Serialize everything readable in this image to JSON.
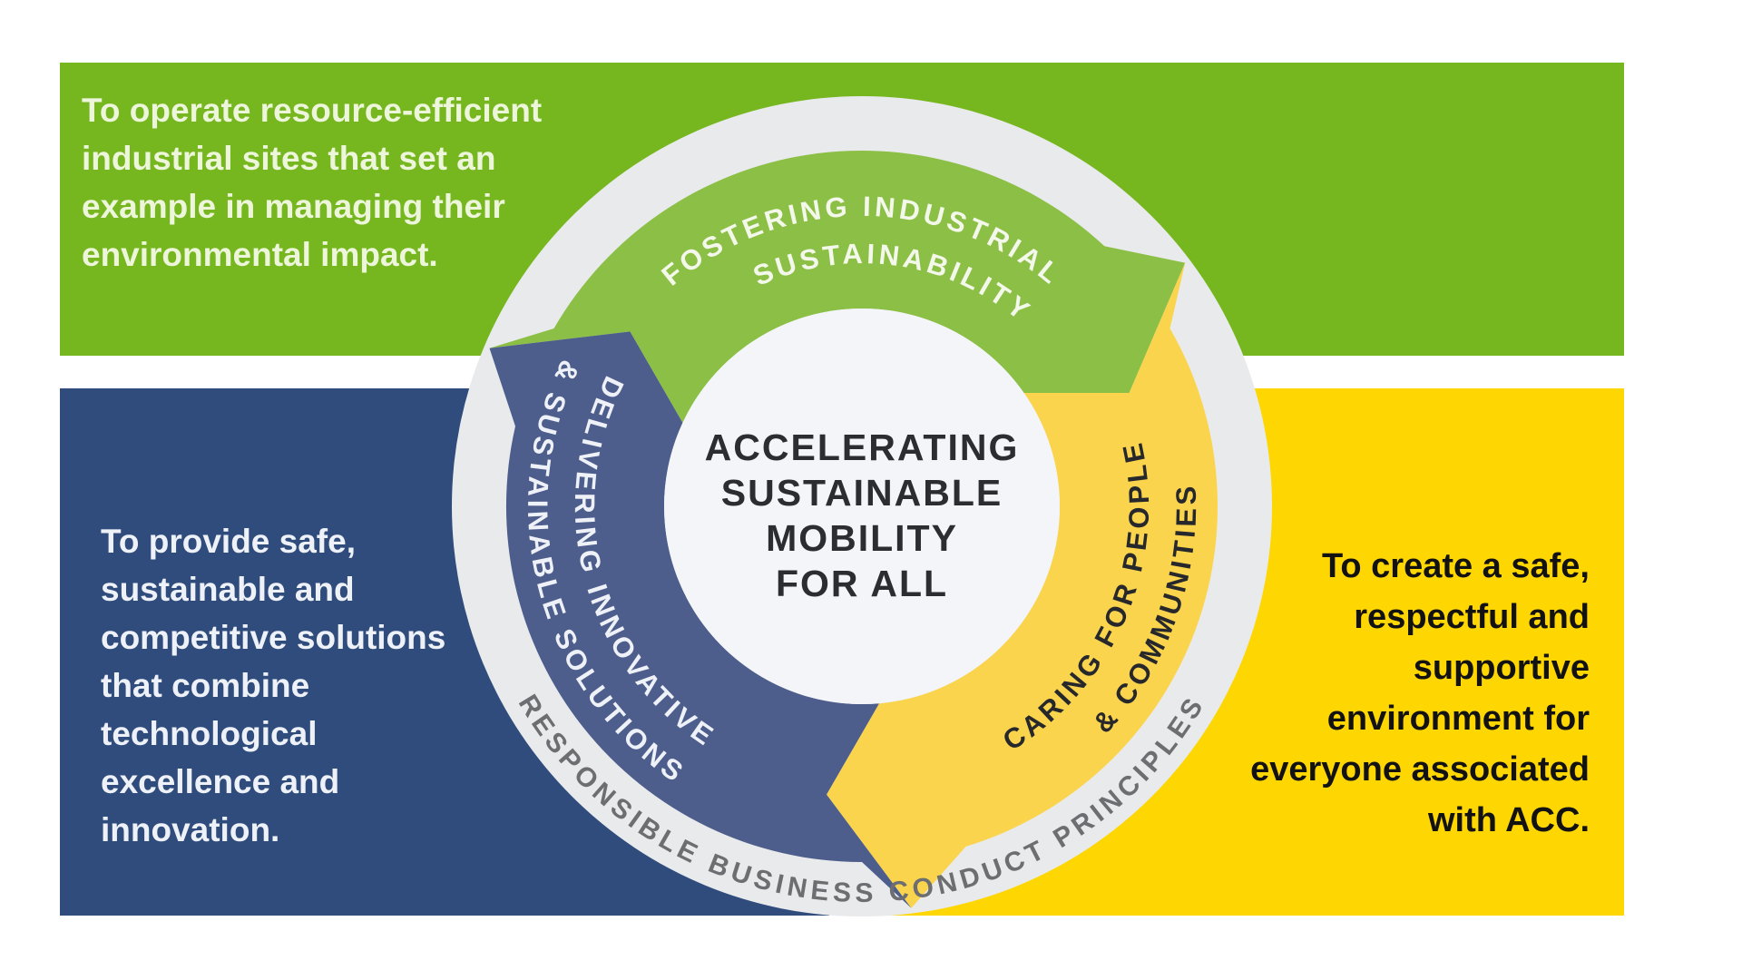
{
  "diagram_title": "ACC sustainability strategy wheel",
  "blocks": {
    "green": {
      "text": "To operate resource-efficient\nindustrial sites that set an\nexample in managing their\nenvironmental impact.",
      "bg_color": "#76b61f",
      "text_color": "#edf6da"
    },
    "blue": {
      "text": "To provide safe,\nsustainable and\ncompetitive solutions\nthat combine\ntechnological\nexcellence and\ninnovation.",
      "bg_color": "#2f4c7c",
      "text_color": "#eef2f8"
    },
    "yellow": {
      "text": "To create a safe,\nrespectful and\nsupportive\nenvironment for\neveryone associated\nwith ACC.",
      "bg_color": "#fed602",
      "text_color": "#121212"
    }
  },
  "wheel": {
    "center": {
      "lines": [
        "ACCELERATING",
        "SUSTAINABLE",
        "MOBILITY",
        "FOR ALL"
      ],
      "text_color": "#2b2d30",
      "bg_color": "#f4f5f8"
    },
    "segments": {
      "green": {
        "label_line1": "FOSTERING INDUSTRIAL",
        "label_line2": "SUSTAINABILITY",
        "color": "#8cbf45",
        "label_color": "#f3f8ea"
      },
      "yellow": {
        "label_line1": "CARING FOR PEOPLE",
        "label_line2": "& COMMUNITIES",
        "color": "#fbd44d",
        "label_color": "#26282b"
      },
      "blue": {
        "label_line1": "DELIVERING INNOVATIVE",
        "label_line2": "& SUSTAINABLE SOLUTIONS",
        "color": "#4d5d8c",
        "label_color": "#eef1f7"
      }
    },
    "ring_label": "RESPONSIBLE BUSINESS CONDUCT PRINCIPLES",
    "ring_label_color": "#6d6e71",
    "ring_color": "#e9eaec"
  }
}
